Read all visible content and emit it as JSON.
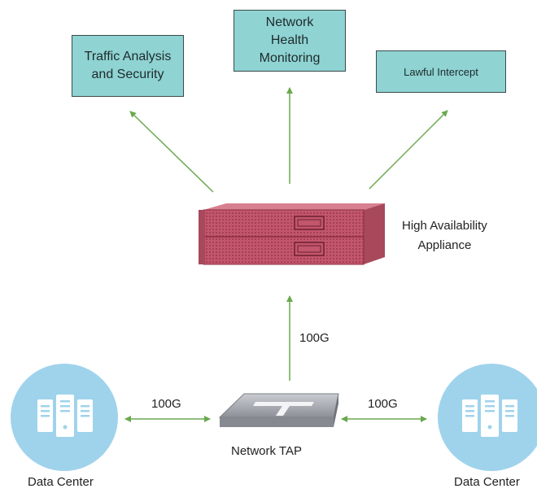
{
  "nodes": {
    "traffic_analysis": {
      "line1": "Traffic Analysis",
      "line2": "and Security"
    },
    "network_health": {
      "line1": "Network",
      "line2": "Health",
      "line3": "Monitoring"
    },
    "lawful_intercept": {
      "label": "Lawful Intercept"
    },
    "appliance": {
      "line1": "High Availability",
      "line2": "Appliance"
    },
    "tap": {
      "label": "Network TAP"
    },
    "data_center_left": {
      "label": "Data Center"
    },
    "data_center_right": {
      "label": "Data Center"
    }
  },
  "links": {
    "tap_to_appliance": "100G",
    "left_dc_to_tap": "100G",
    "tap_to_right_dc": "100G"
  },
  "colors": {
    "box_fill": "#8fd3d3",
    "arrow": "#6aa94f",
    "appliance": "#c2566c",
    "data_center_circle": "#9fd3ec",
    "tap_body": "#a9adb3"
  }
}
